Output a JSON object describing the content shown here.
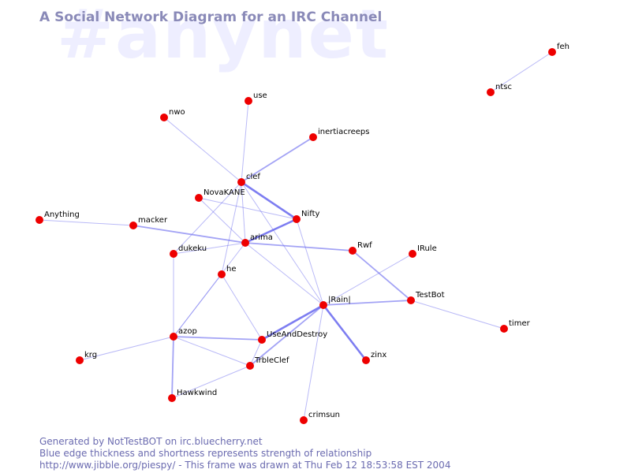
{
  "watermark": "#anynet",
  "title": "A Social Network Diagram for an IRC Channel",
  "footer": {
    "line1": "Generated by NotTestBOT on irc.bluecherry.net",
    "line2": "Blue edge thickness and shortness represents strength of relationship",
    "line3": "http://www.jibble.org/piespy/ - This frame was drawn at Thu Feb 12 18:53:58 EST 2004"
  },
  "colors": {
    "node": "#ee0000",
    "edge": "#6666ee",
    "title": "#8a8ab8",
    "watermark": "#eeeeff",
    "footer": "#6b6bb0"
  },
  "nodes": [
    {
      "id": "feh",
      "label": "feh"
    },
    {
      "id": "ntsc",
      "label": "ntsc"
    },
    {
      "id": "use",
      "label": "use"
    },
    {
      "id": "nwo",
      "label": "nwo"
    },
    {
      "id": "inertiacreeps",
      "label": "inertiacreeps"
    },
    {
      "id": "clef",
      "label": "clef"
    },
    {
      "id": "NovaKANE",
      "label": "NovaKANE"
    },
    {
      "id": "Nifty",
      "label": "Nifty"
    },
    {
      "id": "Anything",
      "label": "Anything"
    },
    {
      "id": "macker",
      "label": "macker"
    },
    {
      "id": "arima",
      "label": "arima"
    },
    {
      "id": "dukeku",
      "label": "dukeku"
    },
    {
      "id": "Rwf",
      "label": "Rwf"
    },
    {
      "id": "IRule",
      "label": "IRule"
    },
    {
      "id": "he",
      "label": "he"
    },
    {
      "id": "Rain",
      "label": "|Rain|"
    },
    {
      "id": "TestBot",
      "label": "TestBot"
    },
    {
      "id": "timer",
      "label": "timer"
    },
    {
      "id": "azop",
      "label": "azop"
    },
    {
      "id": "UseAndDestroy",
      "label": "UseAndDestroy"
    },
    {
      "id": "krg",
      "label": "krg"
    },
    {
      "id": "zinx",
      "label": "zinx"
    },
    {
      "id": "TrbleClef",
      "label": "TrbleClef"
    },
    {
      "id": "Hawkwind",
      "label": "Hawkwind"
    },
    {
      "id": "crimsun",
      "label": "crimsun"
    }
  ],
  "edges": [
    {
      "source": "ntsc",
      "target": "feh",
      "strength": 1
    },
    {
      "source": "use",
      "target": "clef",
      "strength": 1
    },
    {
      "source": "nwo",
      "target": "clef",
      "strength": 1
    },
    {
      "source": "inertiacreeps",
      "target": "clef",
      "strength": 2
    },
    {
      "source": "clef",
      "target": "Nifty",
      "strength": 3
    },
    {
      "source": "clef",
      "target": "Rain",
      "strength": 1
    },
    {
      "source": "clef",
      "target": "dukeku",
      "strength": 1
    },
    {
      "source": "clef",
      "target": "he",
      "strength": 1
    },
    {
      "source": "clef",
      "target": "arima",
      "strength": 1
    },
    {
      "source": "NovaKANE",
      "target": "Nifty",
      "strength": 1
    },
    {
      "source": "NovaKANE",
      "target": "arima",
      "strength": 1
    },
    {
      "source": "Nifty",
      "target": "arima",
      "strength": 3
    },
    {
      "source": "Nifty",
      "target": "Rain",
      "strength": 1
    },
    {
      "source": "Anything",
      "target": "macker",
      "strength": 1
    },
    {
      "source": "macker",
      "target": "arima",
      "strength": 2
    },
    {
      "source": "arima",
      "target": "Rwf",
      "strength": 2
    },
    {
      "source": "arima",
      "target": "Rain",
      "strength": 1
    },
    {
      "source": "arima",
      "target": "dukeku",
      "strength": 1
    },
    {
      "source": "arima",
      "target": "azop",
      "strength": 1
    },
    {
      "source": "dukeku",
      "target": "azop",
      "strength": 1
    },
    {
      "source": "Rwf",
      "target": "TestBot",
      "strength": 2
    },
    {
      "source": "IRule",
      "target": "Rain",
      "strength": 1
    },
    {
      "source": "he",
      "target": "azop",
      "strength": 1
    },
    {
      "source": "he",
      "target": "UseAndDestroy",
      "strength": 1
    },
    {
      "source": "Rain",
      "target": "TestBot",
      "strength": 2
    },
    {
      "source": "Rain",
      "target": "UseAndDestroy",
      "strength": 3
    },
    {
      "source": "Rain",
      "target": "zinx",
      "strength": 3
    },
    {
      "source": "Rain",
      "target": "TrbleClef",
      "strength": 2
    },
    {
      "source": "Rain",
      "target": "crimsun",
      "strength": 1
    },
    {
      "source": "TestBot",
      "target": "timer",
      "strength": 1
    },
    {
      "source": "azop",
      "target": "UseAndDestroy",
      "strength": 2
    },
    {
      "source": "azop",
      "target": "krg",
      "strength": 1
    },
    {
      "source": "azop",
      "target": "TrbleClef",
      "strength": 1
    },
    {
      "source": "azop",
      "target": "Hawkwind",
      "strength": 2
    },
    {
      "source": "UseAndDestroy",
      "target": "TrbleClef",
      "strength": 1
    },
    {
      "source": "TrbleClef",
      "target": "Hawkwind",
      "strength": 1
    }
  ]
}
